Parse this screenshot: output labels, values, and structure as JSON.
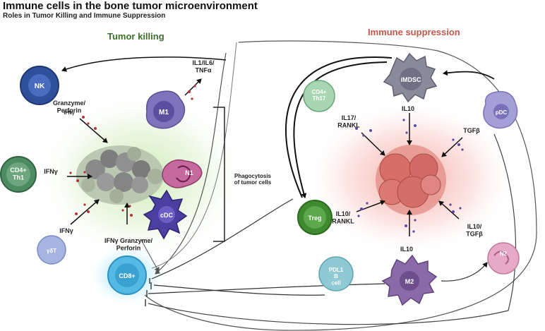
{
  "title": "Immune cells in the bone tumor microenvironment",
  "subtitle": "Roles in Tumor Killing and Immune Suppression",
  "sections": {
    "tumor_killing": "Tumor killing",
    "immune_suppression": "Immune suppression"
  },
  "colors": {
    "tumor_killing": "#3f6f2a",
    "immune_suppression": "#c4574a"
  },
  "cells": {
    "nk": "NK",
    "m1": "M1",
    "cd4_th1": "CD4+ Th1",
    "n1": "N1",
    "cdc": "cDC",
    "gdt": "γδT",
    "cd8": "CD8+",
    "cd4_th17": "CD4+ Th17",
    "imdsc": "iMDSC",
    "pdc": "pDC",
    "treg": "Treg",
    "pdl1_b": "PDL1 B cell",
    "m2": "M2",
    "n2": "N2"
  },
  "labels": {
    "il1_il6_tnfa": "IL1/IL6/ TNFα",
    "granzyme_perforin": "Granzyme/ Perforin",
    "ifng_small": "IFNγ",
    "ifng_th1": "IFNγ",
    "ifng_gdt": "IFNγ",
    "ifng_granzyme_perforin": "IFNγ Granzyme/ Perforin",
    "phagocytosis": "Phagocytosis of tumor cells",
    "il17_rankl": "IL17/ RANKL",
    "il10_top": "IL10",
    "tgfb": "TGFβ",
    "il10_rankl": "IL10/ RANKL",
    "il10_bottom": "IL10",
    "il10_tgfb": "IL10/ TGFβ"
  }
}
